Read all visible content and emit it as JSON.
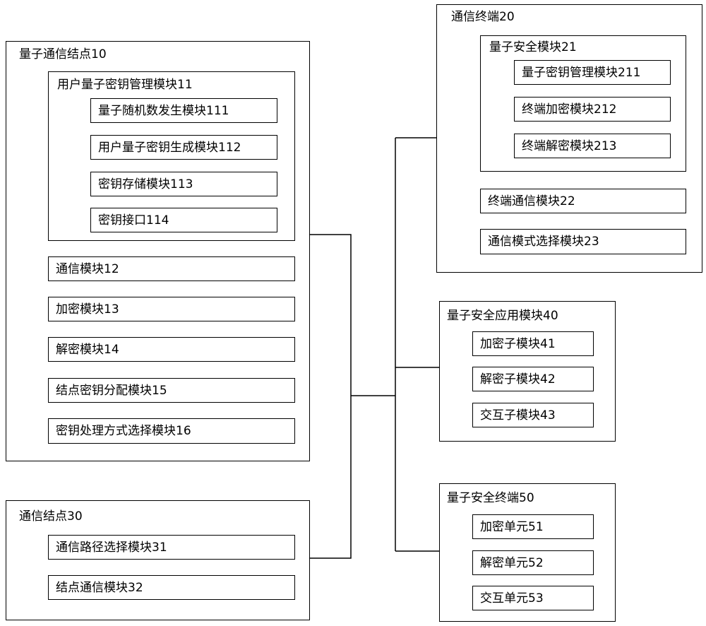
{
  "qcn": {
    "title": "量子通信结点10",
    "ukm": {
      "title": "用户量子密钥管理模块11",
      "items": [
        "量子随机数发生模块111",
        "用户量子密钥生成模块112",
        "密钥存储模块113",
        "密钥接口114"
      ]
    },
    "modules": [
      "通信模块12",
      "加密模块13",
      "解密模块14",
      "结点密钥分配模块15",
      "密钥处理方式选择模块16"
    ]
  },
  "cn": {
    "title": "通信结点30",
    "modules": [
      "通信路径选择模块31",
      "结点通信模块32"
    ]
  },
  "ct": {
    "title": "通信终端20",
    "qsm": {
      "title": "量子安全模块21",
      "items": [
        "量子密钥管理模块211",
        "终端加密模块212",
        "终端解密模块213"
      ]
    },
    "modules": [
      "终端通信模块22",
      "通信模式选择模块23"
    ]
  },
  "qsa": {
    "title": "量子安全应用模块40",
    "modules": [
      "加密子模块41",
      "解密子模块42",
      "交互子模块43"
    ]
  },
  "qst": {
    "title": "量子安全终端50",
    "modules": [
      "加密单元51",
      "解密单元52",
      "交互单元53"
    ]
  }
}
